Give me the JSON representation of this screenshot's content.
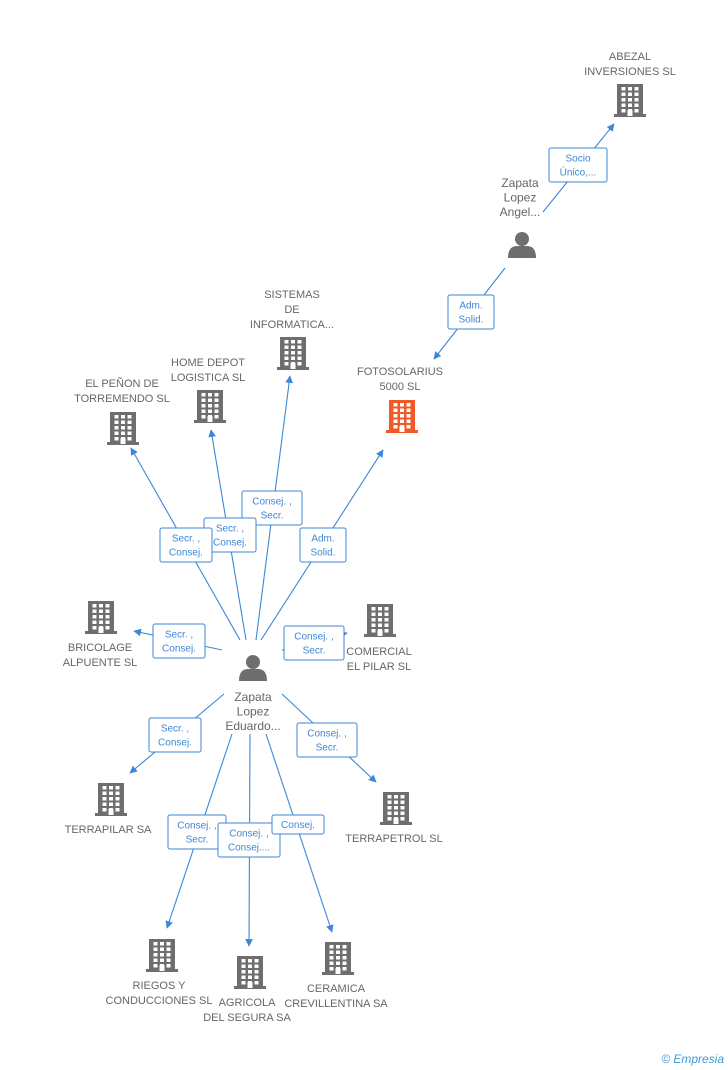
{
  "colors": {
    "edge": "#3d87d6",
    "building": "#6e6e6e",
    "highlight": "#f05a28",
    "person": "#6e6e6e",
    "text": "#666666"
  },
  "nodes": {
    "abezal": {
      "label": [
        "ABEZAL",
        "INVERSIONES SL"
      ],
      "icon": "building-icon"
    },
    "angel": {
      "label": [
        "Zapata",
        "Lopez",
        "Angel..."
      ],
      "icon": "person-icon"
    },
    "fotosolarius": {
      "label": [
        "FOTOSOLARIUS",
        "5000 SL"
      ],
      "icon": "building-icon",
      "highlight": true
    },
    "sistemas": {
      "label": [
        "SISTEMAS",
        "DE",
        "INFORMATICA..."
      ],
      "icon": "building-icon"
    },
    "homedepot": {
      "label": [
        "HOME DEPOT",
        "LOGISTICA SL"
      ],
      "icon": "building-icon"
    },
    "penon": {
      "label": [
        "EL PEÑON DE",
        "TORREMENDO SL"
      ],
      "icon": "building-icon"
    },
    "bricolage": {
      "label": [
        "BRICOLAGE",
        "ALPUENTE SL"
      ],
      "icon": "building-icon"
    },
    "comercial": {
      "label": [
        "COMERCIAL",
        "EL PILAR SL"
      ],
      "icon": "building-icon"
    },
    "eduardo": {
      "label": [
        "Zapata",
        "Lopez",
        "Eduardo..."
      ],
      "icon": "person-icon"
    },
    "terrapilar": {
      "label": [
        "TERRAPILAR SA"
      ],
      "icon": "building-icon"
    },
    "terrapetrol": {
      "label": [
        "TERRAPETROL SL"
      ],
      "icon": "building-icon"
    },
    "riegos": {
      "label": [
        "RIEGOS Y",
        "CONDUCCIONES SL"
      ],
      "icon": "building-icon"
    },
    "agricola": {
      "label": [
        "AGRICOLA",
        "DEL SEGURA SA"
      ],
      "icon": "building-icon"
    },
    "ceramica": {
      "label": [
        "CERAMICA",
        "CREVILLENTINA SA"
      ],
      "icon": "building-icon"
    }
  },
  "edges": [
    {
      "id": "angel-abezal",
      "label": [
        "Socio",
        "Único,..."
      ]
    },
    {
      "id": "angel-fotosolarius",
      "label": [
        "Adm.",
        "Solid."
      ]
    },
    {
      "id": "eduardo-fotosolarius",
      "label": [
        "Adm.",
        "Solid."
      ]
    },
    {
      "id": "eduardo-sistemas",
      "label": [
        "Consej. ,",
        "Secr."
      ]
    },
    {
      "id": "eduardo-homedepot",
      "label": [
        "Secr. ,",
        "Consej."
      ]
    },
    {
      "id": "eduardo-penon",
      "label": [
        "Secr. ,",
        "Consej."
      ]
    },
    {
      "id": "eduardo-bricolage",
      "label": [
        "Secr. ,",
        "Consej."
      ]
    },
    {
      "id": "eduardo-comercial",
      "label": [
        "Consej. ,",
        "Secr."
      ]
    },
    {
      "id": "eduardo-terrapilar",
      "label": [
        "Secr. ,",
        "Consej."
      ]
    },
    {
      "id": "eduardo-terrapetrol",
      "label": [
        "Consej. ,",
        "Secr."
      ]
    },
    {
      "id": "eduardo-riegos",
      "label": [
        "Consej. ,",
        "Secr."
      ]
    },
    {
      "id": "eduardo-agricola",
      "label": [
        "Consej. ,",
        "Consej...."
      ]
    },
    {
      "id": "eduardo-ceramica",
      "label": [
        "Consej."
      ]
    }
  ],
  "brand": {
    "copyright": "©",
    "name": "Empresia"
  }
}
